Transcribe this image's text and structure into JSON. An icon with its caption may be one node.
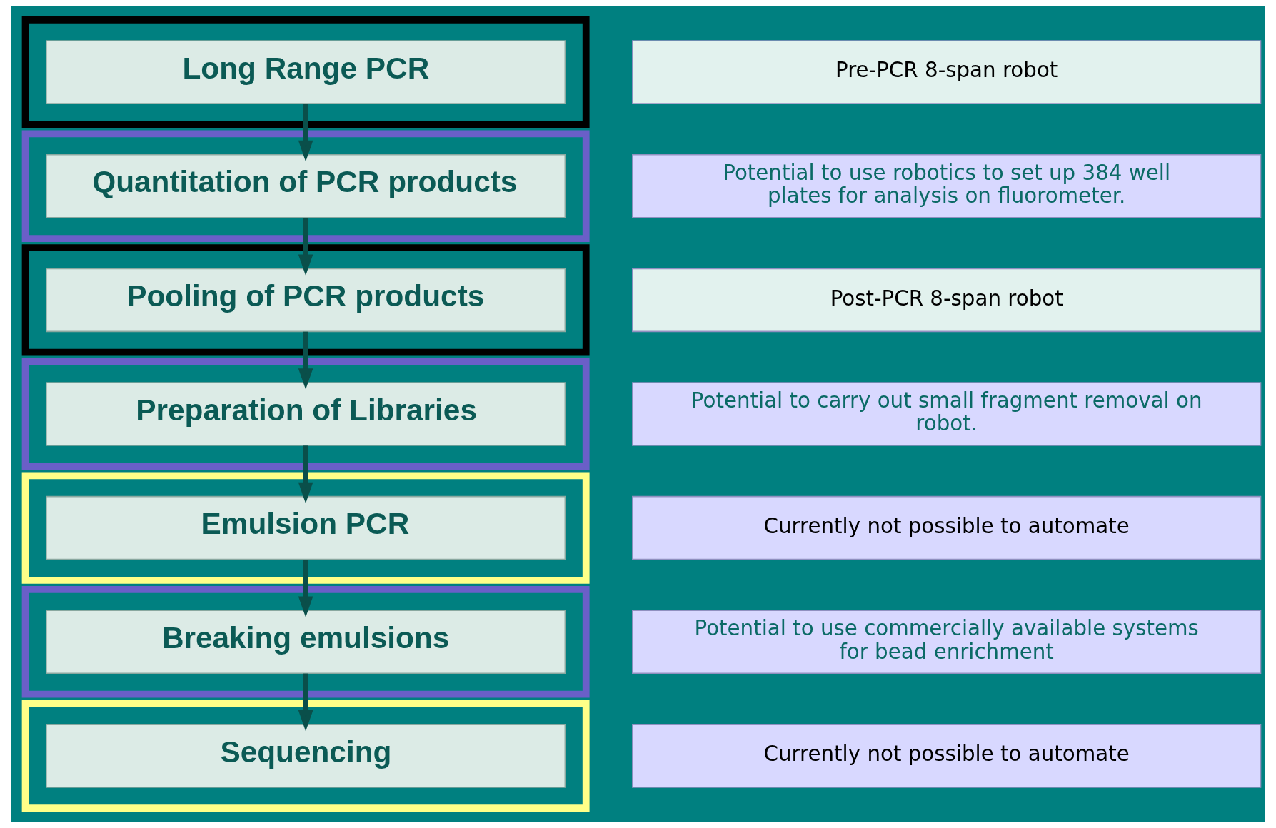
{
  "diagram": {
    "nodes": [
      {
        "text": [],
        "shape": "box"
      },
      {
        "text": [
          "Long Range PCR"
        ],
        "in": 0
      },
      {
        "text": [
          "Pre-PCR 8-span robot"
        ]
      },
      {
        "text": [],
        "shape": "box"
      },
      {
        "text": [
          "Quantitation of PCR products"
        ],
        "in": 3
      },
      {
        "text": [
          "Potential to use robotics to set up 384 well plates for analysis on fluorometer."
        ]
      },
      {
        "text": [],
        "shape": "box"
      },
      {
        "text": [
          "Pooling of PCR products"
        ],
        "in": 6
      },
      {
        "text": [
          "Post-PCR 8-span robot"
        ]
      },
      {
        "text": [],
        "shape": "box"
      },
      {
        "text": [
          "Preparation of Libraries"
        ],
        "in": 9
      },
      {
        "text": [
          "Potential to carry out small fragment removal on robot."
        ]
      },
      {
        "text": [],
        "shape": "box"
      },
      {
        "text": [
          "Emulsion PCR"
        ],
        "in": 12
      },
      {
        "text": [
          "Currently not possible to automate"
        ]
      },
      {
        "text": [],
        "shape": "box"
      },
      {
        "text": [
          "Breaking emulsions"
        ],
        "in": 15
      },
      {
        "text": [
          "Potential to use commercially available systems for bead enrichment"
        ]
      },
      {
        "text": [],
        "shape": "box"
      },
      {
        "text": [
          "Sequencing"
        ],
        "in": 18
      },
      {
        "text": [
          "Currently not possible to automate"
        ]
      }
    ],
    "edges": [
      {
        "from": 1,
        "to": 4,
        "arrow": "to"
      },
      {
        "from": 4,
        "to": 7,
        "arrow": "to"
      },
      {
        "from": 7,
        "to": 10,
        "arrow": "to"
      },
      {
        "from": 10,
        "to": 13,
        "arrow": "to"
      },
      {
        "from": 13,
        "to": 16,
        "arrow": "to"
      },
      {
        "from": 16,
        "to": 19,
        "arrow": "to"
      }
    ]
  }
}
